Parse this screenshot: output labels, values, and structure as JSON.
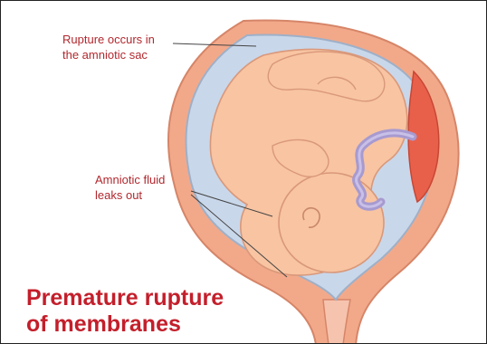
{
  "annotations": {
    "rupture_line1": "Rupture occurs in",
    "rupture_line2": "the amniotic sac",
    "fluid_line1": "Amniotic fluid",
    "fluid_line2": "leaks out"
  },
  "title": {
    "line1": "Premature rupture",
    "line2": "of membranes"
  },
  "colors": {
    "label_text": "#b1282e",
    "title_text": "#c31f2b",
    "uterus_wall": "#f2a98a",
    "amniotic_fluid": "#c9d7ea",
    "fetus_skin": "#f8c4a2",
    "umbilical_cord": "#a79ad0",
    "placenta": "#e9604a"
  },
  "icons": {
    "leader_lines": "leader-line-icon",
    "illustration": "uterus-fetus-illustration"
  }
}
